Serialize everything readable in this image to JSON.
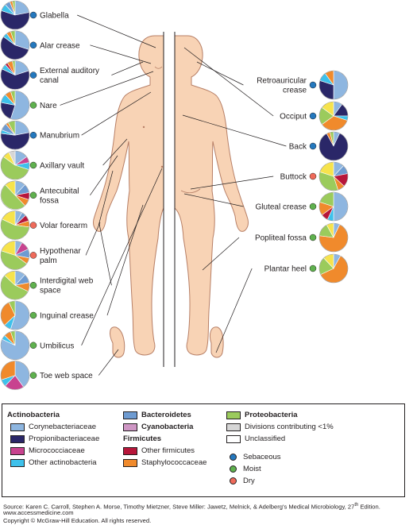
{
  "colors": {
    "coryne": "#8eb6e0",
    "propioni": "#2a2768",
    "micrococ": "#c8438f",
    "otheract": "#3ec1eb",
    "bactero": "#6e9bd1",
    "cyano": "#ce96c4",
    "otherfirm": "#b7163a",
    "staph": "#f08a2c",
    "proteo": "#9bcb5c",
    "minor": "#d6d6d6",
    "unclass": "#ffffff",
    "yellow": "#f6e34c",
    "sebaceous": "#2478be",
    "moist": "#5fb14e",
    "dry": "#ef6a5a",
    "skin": "#f8d3b5",
    "skin_outline": "#b77f66"
  },
  "sites": [
    {
      "label": "Glabella",
      "side": "left",
      "type": "sebaceous",
      "comp": {
        "propioni": 0.58,
        "coryne": 0.22,
        "otheract": 0.08,
        "bactero": 0.06,
        "proteo": 0.03,
        "staph": 0.03
      }
    },
    {
      "label": "Alar crease",
      "side": "left",
      "type": "sebaceous",
      "comp": {
        "propioni": 0.55,
        "coryne": 0.3,
        "otheract": 0.05,
        "proteo": 0.05,
        "staph": 0.05
      }
    },
    {
      "label": "External auditory canal",
      "side": "left",
      "type": "sebaceous",
      "comp": {
        "propioni": 0.62,
        "coryne": 0.2,
        "otheract": 0.06,
        "staph": 0.06,
        "otherfirm": 0.03,
        "proteo": 0.03
      }
    },
    {
      "label": "Nare",
      "side": "left",
      "type": "moist",
      "comp": {
        "coryne": 0.55,
        "propioni": 0.23,
        "otheract": 0.1,
        "staph": 0.07,
        "proteo": 0.05
      }
    },
    {
      "label": "Manubrium",
      "side": "left",
      "type": "sebaceous",
      "comp": {
        "propioni": 0.55,
        "coryne": 0.22,
        "bactero": 0.08,
        "proteo": 0.08,
        "otheract": 0.04,
        "staph": 0.03
      }
    },
    {
      "label": "Axillary vault",
      "side": "left",
      "type": "moist",
      "comp": {
        "proteo": 0.55,
        "coryne": 0.15,
        "micrococ": 0.07,
        "yellow": 0.08,
        "otheract": 0.08,
        "minor": 0.07
      }
    },
    {
      "label": "Antecubital fossa",
      "side": "left",
      "type": "moist",
      "comp": {
        "proteo": 0.5,
        "yellow": 0.12,
        "otherfirm": 0.08,
        "coryne": 0.12,
        "bactero": 0.1,
        "staph": 0.08
      }
    },
    {
      "label": "Volar forearm",
      "side": "left",
      "type": "dry",
      "comp": {
        "proteo": 0.55,
        "yellow": 0.18,
        "otherfirm": 0.07,
        "coryne": 0.08,
        "staph": 0.07,
        "bactero": 0.05
      }
    },
    {
      "label": "Hypothenar palm",
      "side": "left",
      "type": "dry",
      "comp": {
        "proteo": 0.45,
        "yellow": 0.2,
        "micrococ": 0.1,
        "bactero": 0.1,
        "coryne": 0.08,
        "staph": 0.07
      }
    },
    {
      "label": "Interdigital web space",
      "side": "left",
      "type": "moist",
      "comp": {
        "proteo": 0.55,
        "coryne": 0.12,
        "yellow": 0.13,
        "staph": 0.1,
        "bactero": 0.1
      }
    },
    {
      "label": "Inguinal crease",
      "side": "left",
      "type": "moist",
      "comp": {
        "coryne": 0.55,
        "staph": 0.3,
        "proteo": 0.07,
        "otheract": 0.08
      }
    },
    {
      "label": "Umbilicus",
      "side": "left",
      "type": "moist",
      "comp": {
        "coryne": 0.82,
        "staph": 0.08,
        "otheract": 0.05,
        "proteo": 0.05
      }
    },
    {
      "label": "Toe web space",
      "side": "left",
      "type": "moist",
      "comp": {
        "coryne": 0.4,
        "staph": 0.3,
        "micrococ": 0.22,
        "otheract": 0.08
      }
    },
    {
      "label": "Retroauricular crease",
      "side": "right",
      "type": "sebaceous",
      "comp": {
        "coryne": 0.5,
        "propioni": 0.3,
        "staph": 0.1,
        "otheract": 0.1
      }
    },
    {
      "label": "Occiput",
      "side": "right",
      "type": "sebaceous",
      "comp": {
        "staph": 0.35,
        "proteo": 0.2,
        "yellow": 0.15,
        "propioni": 0.15,
        "coryne": 0.1,
        "otheract": 0.05
      }
    },
    {
      "label": "Back",
      "side": "right",
      "type": "sebaceous",
      "comp": {
        "propioni": 0.85,
        "coryne": 0.07,
        "proteo": 0.04,
        "staph": 0.04
      }
    },
    {
      "label": "Buttock",
      "side": "right",
      "type": "dry",
      "comp": {
        "proteo": 0.35,
        "yellow": 0.2,
        "otherfirm": 0.15,
        "coryne": 0.12,
        "bactero": 0.1,
        "staph": 0.08
      }
    },
    {
      "label": "Gluteal crease",
      "side": "right",
      "type": "moist",
      "comp": {
        "coryne": 0.5,
        "proteo": 0.2,
        "staph": 0.15,
        "otherfirm": 0.08,
        "otheract": 0.07
      }
    },
    {
      "label": "Popliteal fossa",
      "side": "right",
      "type": "moist",
      "comp": {
        "staph": 0.7,
        "proteo": 0.15,
        "yellow": 0.08,
        "coryne": 0.07
      }
    },
    {
      "label": "Plantar heel",
      "side": "right",
      "type": "moist",
      "comp": {
        "staph": 0.6,
        "proteo": 0.2,
        "yellow": 0.12,
        "coryne": 0.08
      }
    }
  ],
  "legend": {
    "actino_head": "Actinobacteria",
    "coryne": "Corynebacteriaceae",
    "propioni": "Propionibacteriaceae",
    "micrococ": "Micrococciaceae",
    "otheract": "Other actinobacteria",
    "bactero": "Bacteroidetes",
    "cyano": "Cyanobacteria",
    "firm_head": "Firmicutes",
    "otherfirm": "Other firmicutes",
    "staph": "Staphylococcaceae",
    "proteo": "Proteobacteria",
    "minor": "Divisions contributing <1%",
    "unclass": "Unclassified",
    "sebaceous": "Sebaceous",
    "moist": "Moist",
    "dry": "Dry"
  },
  "source": {
    "line1a": "Source: Karen C. Carroll, Stephen A. Morse, Timothy Mietzner, Steve Miller: Jawetz, Melnick, & Adelberg's Medical Microbiology, 27",
    "line1sup": "th",
    "line1b": " Edition.",
    "line2": "www.accessmedicine.com",
    "line3": "Copyright © McGraw-Hill Education.  All rights reserved."
  }
}
